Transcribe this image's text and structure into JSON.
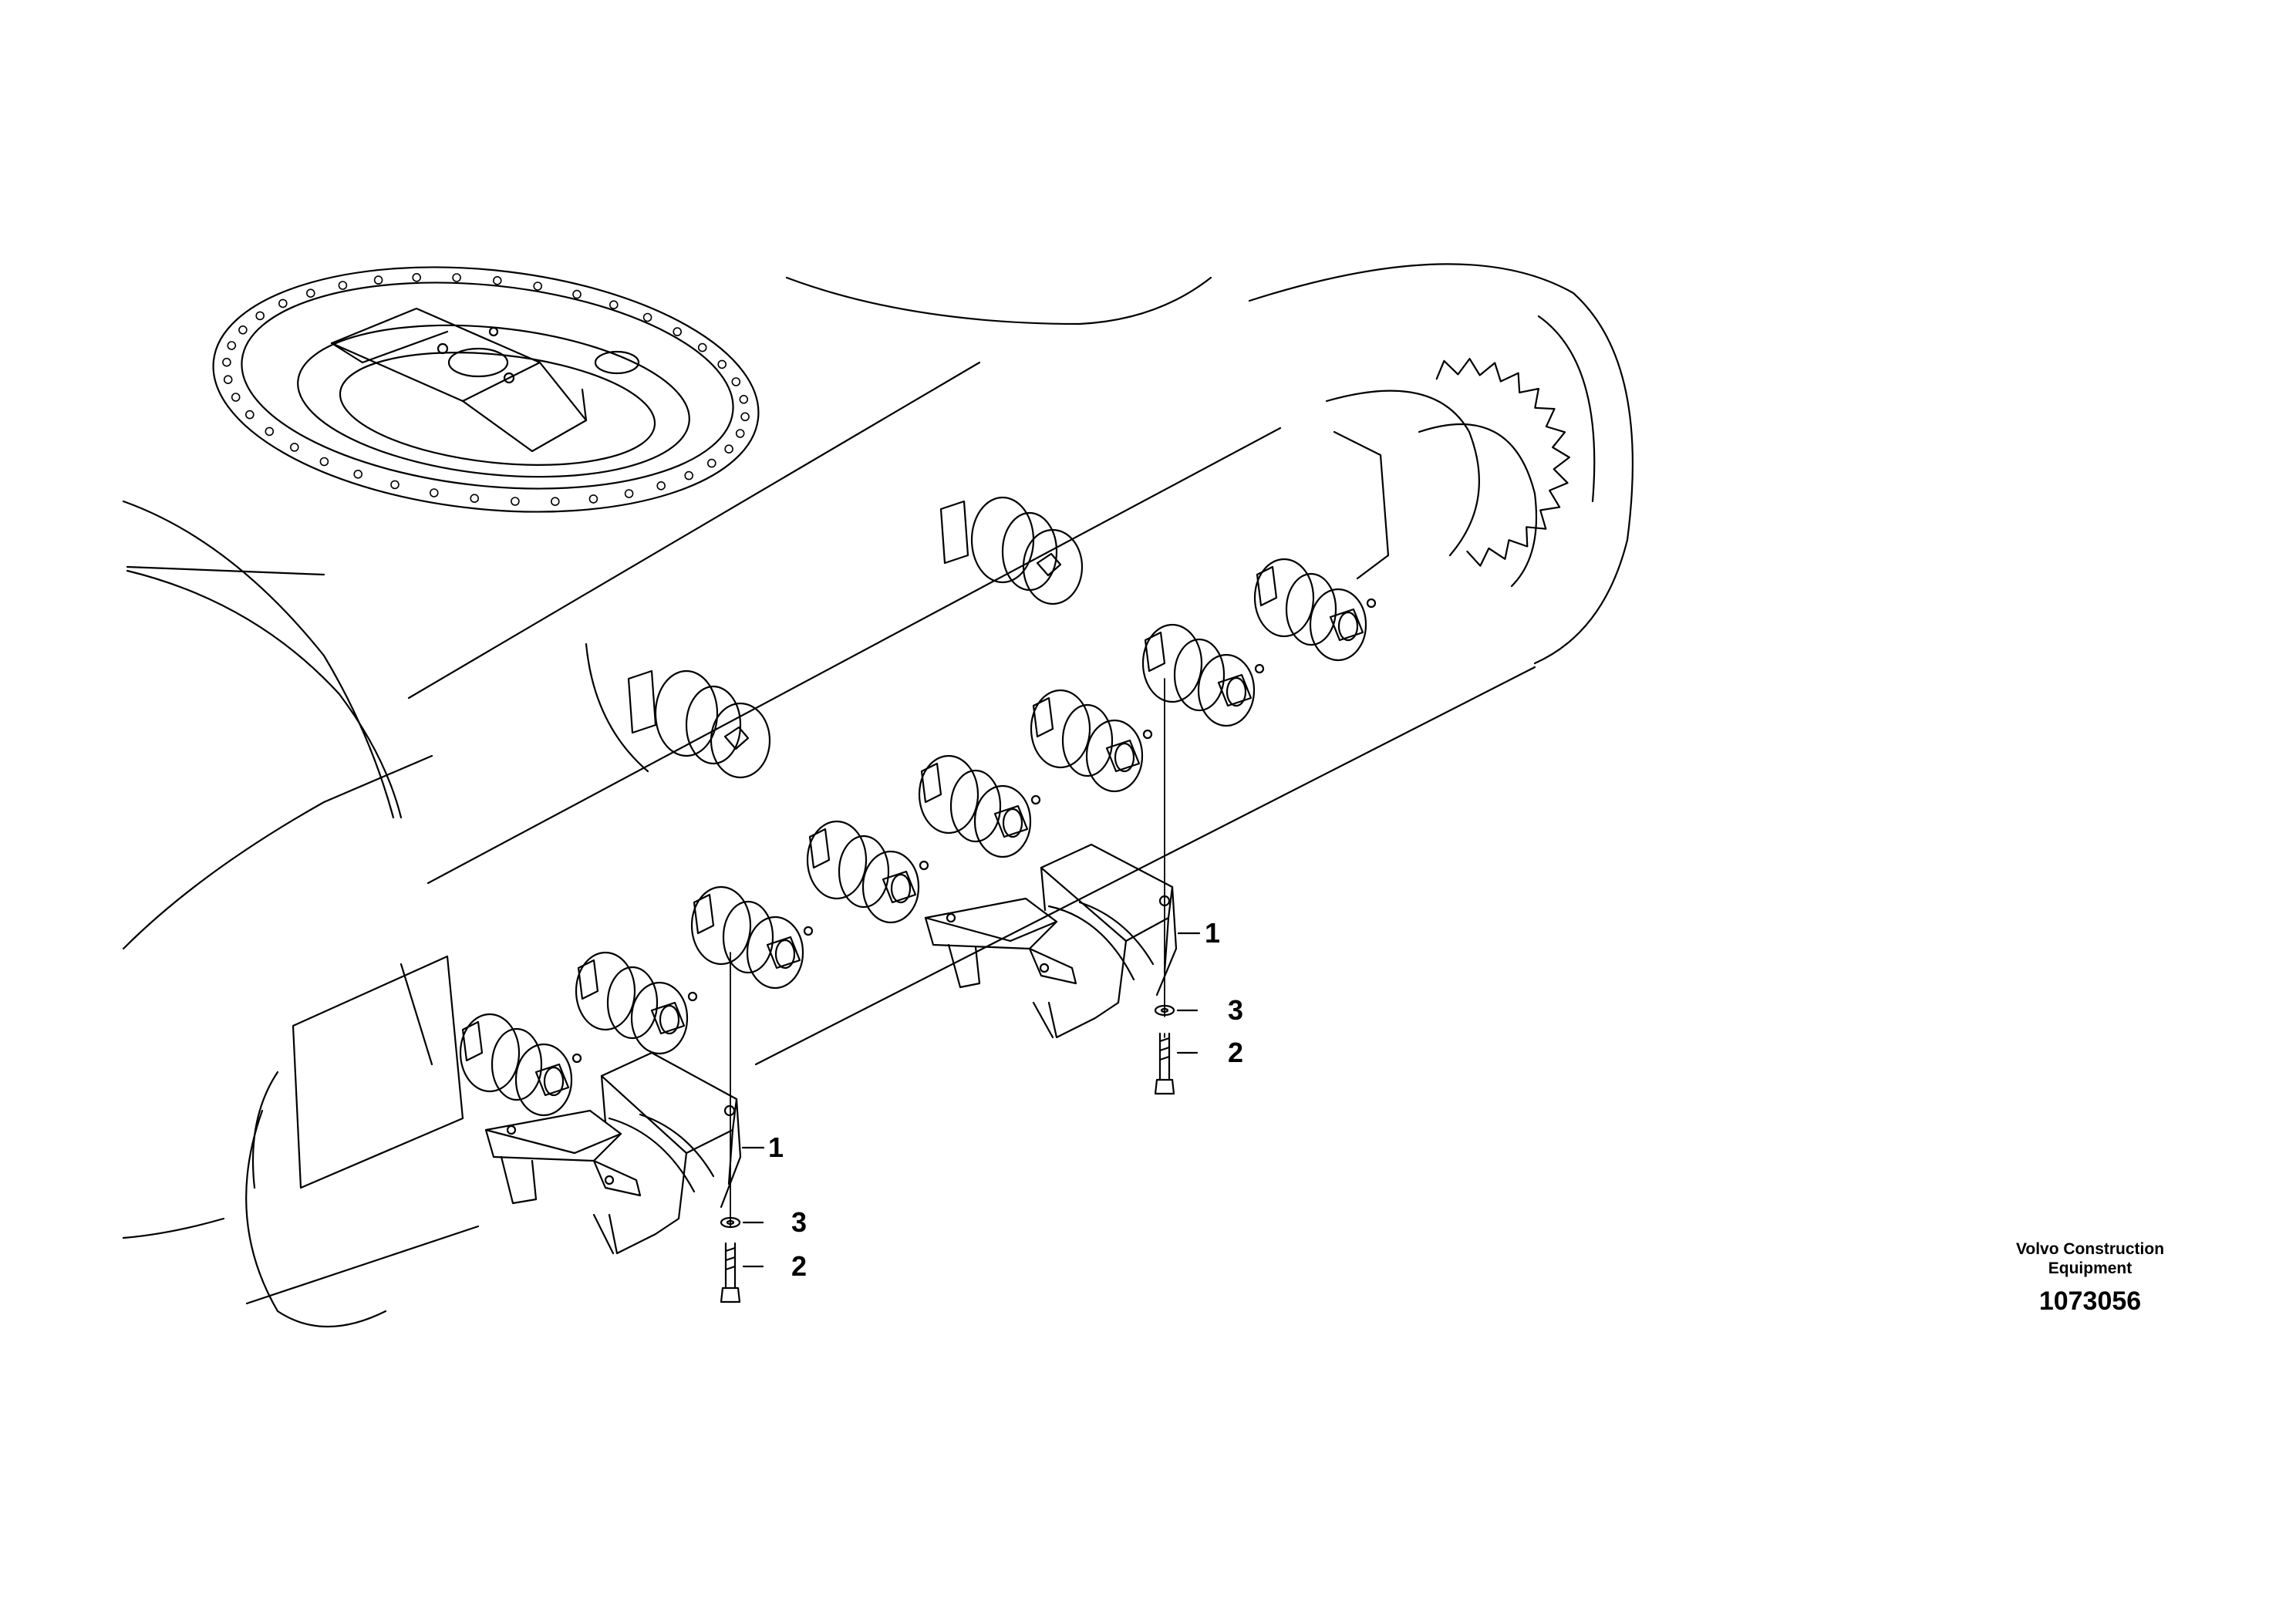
{
  "drawing": {
    "publisher_line1": "Volvo Construction",
    "publisher_line2": "Equipment",
    "drawing_number": "1073056"
  },
  "callouts": {
    "guard_upper": "1",
    "guard_lower": "1",
    "washer_upper": "3",
    "washer_lower": "3",
    "bolt_upper": "2",
    "bolt_lower": "2"
  },
  "colors": {
    "line": "#000000",
    "background": "#ffffff"
  }
}
